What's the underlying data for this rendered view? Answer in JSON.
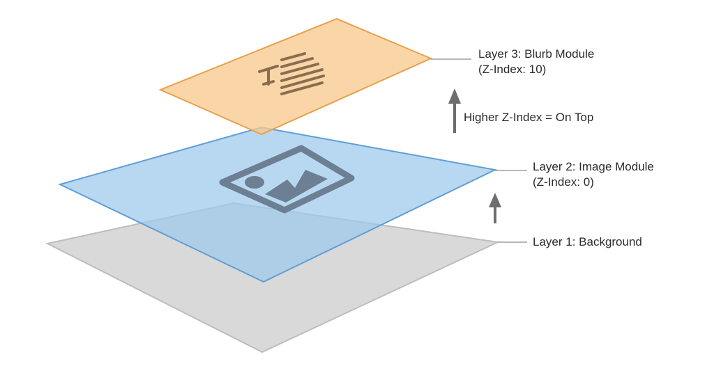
{
  "layers": [
    {
      "id": "layer-3",
      "title": "Layer 3: Blurb Module",
      "subtitle": "(Z-Index: 10)",
      "icon": "text-document-icon",
      "fill_color": "#f7c98f",
      "stroke_color": "#e6a24a"
    },
    {
      "id": "layer-2",
      "title": "Layer 2: Image Module",
      "subtitle": "(Z-Index: 0)",
      "icon": "image-icon",
      "fill_color": "#9cc8ea",
      "stroke_color": "#5f9fd6"
    },
    {
      "id": "layer-1",
      "title": "Layer 1: Background",
      "subtitle": "",
      "icon": "",
      "fill_color": "#d9d9d9",
      "stroke_color": "#bdbdbd"
    }
  ],
  "annotation": {
    "text": "Higher Z-Index = On Top",
    "icon": "up-arrow-icon",
    "arrow_color": "#6e6e6e"
  }
}
